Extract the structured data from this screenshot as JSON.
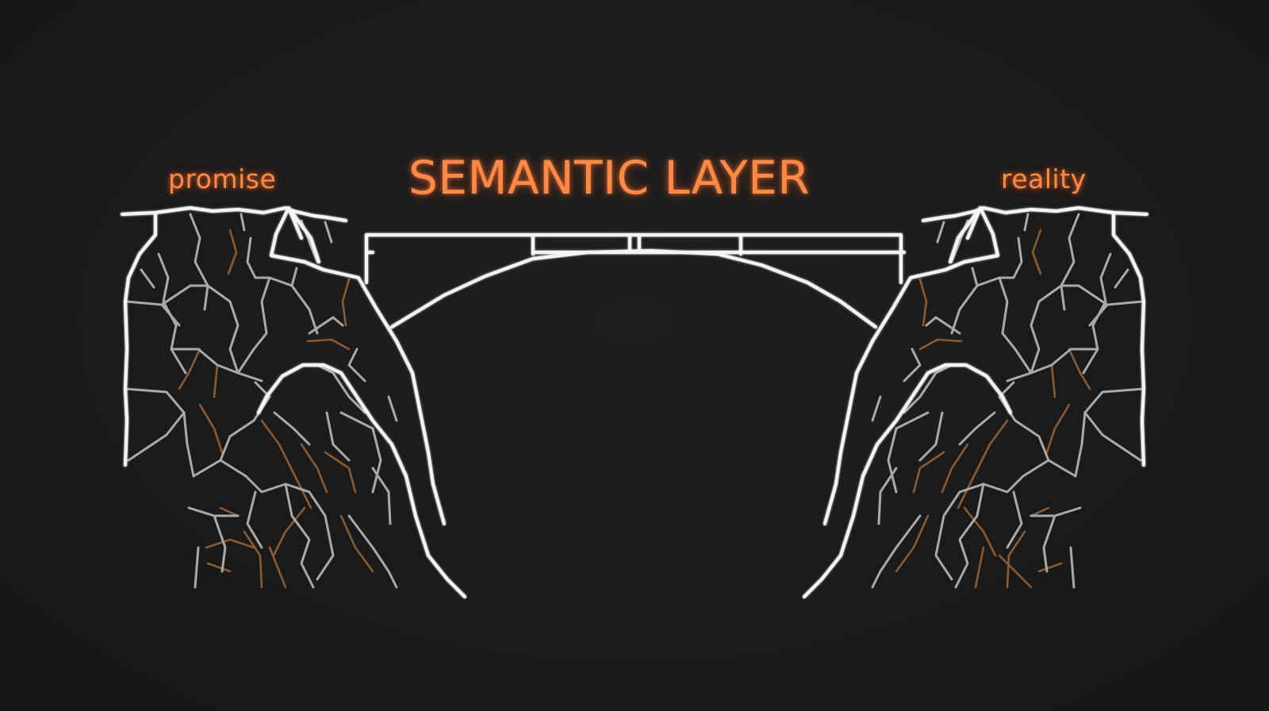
{
  "title": "SEMANTIC LAYER",
  "left_label": "promise",
  "right_label": "reality",
  "colors": {
    "background": "#1a1a1a",
    "accent_orange": "#ff8a47",
    "line_white": "#f4f4f4",
    "crack_gray": "#a9a9a9",
    "crack_brown": "#8a5a33"
  }
}
